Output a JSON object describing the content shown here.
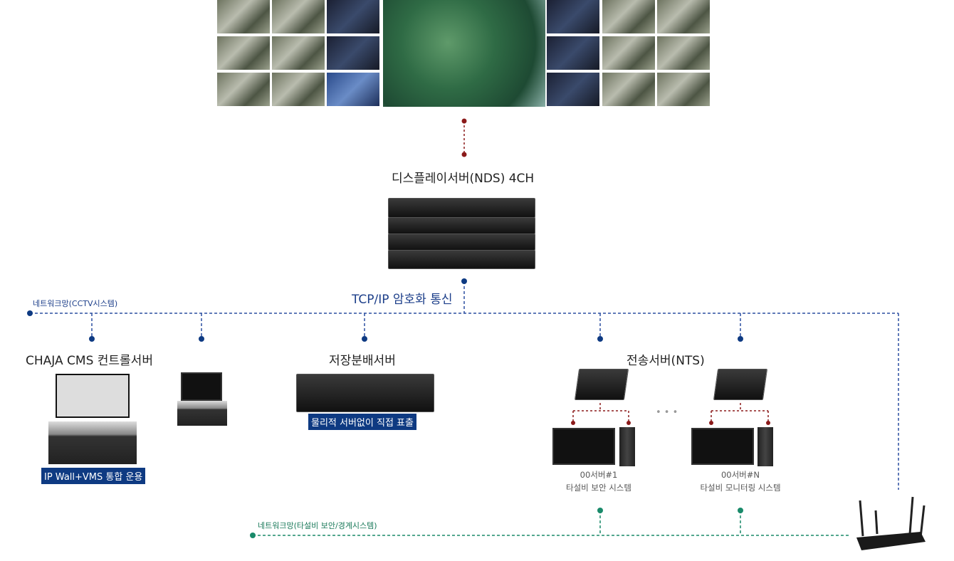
{
  "display_server": {
    "label": "디스플레이서버(NDS) 4CH"
  },
  "tcp_label": "TCP/IP 암호화 통신",
  "networks": {
    "cctv": "네트워크망(CCTV시스템)",
    "security": "네트워크망(타설비 보안/경계시스템)"
  },
  "cms": {
    "label": "CHAJA CMS 컨트롤서버",
    "badge": "IP Wall+VMS 통합 운용"
  },
  "storage": {
    "label": "저장분배서버",
    "badge": "물리적 서버없이 직접 표출"
  },
  "nts": {
    "label": "전송서버(NTS)",
    "ellipsis": "• • •",
    "clients": [
      {
        "name": "00서버#1",
        "desc": "타설비 보안 시스템"
      },
      {
        "name": "00서버#N",
        "desc": "타설비 모니터링 시스템"
      }
    ]
  },
  "colors": {
    "blue": "#1d3f8a",
    "red": "#8b1a1a",
    "green": "#1a8a6a"
  }
}
